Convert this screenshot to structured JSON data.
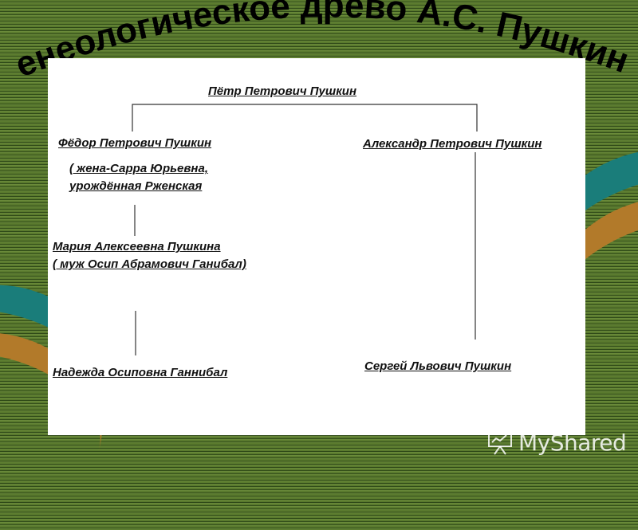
{
  "slide": {
    "title": "Генеологическое древо А.С. Пушкина"
  },
  "tree": {
    "root": "Пётр Петрович Пушкин",
    "left_son": "Фёдор Петрович Пушкин",
    "left_wife_line1": "( жена-Сарра Юрьевна,",
    "left_wife_line2": "урождённая Рженская",
    "left_daughter_line1": "Мария Алексеевна Пушкина",
    "left_daughter_line2": "( муж Осип Абрамович Ганибал)",
    "left_grandchild": "Надежда Осиповна Ганнибал",
    "right_son": "Александр Петрович Пушкин",
    "right_grandchild": "Сергей Львович Пушкин"
  },
  "watermark": {
    "brand": "MyShared",
    "icon": "presentation-board-icon"
  }
}
